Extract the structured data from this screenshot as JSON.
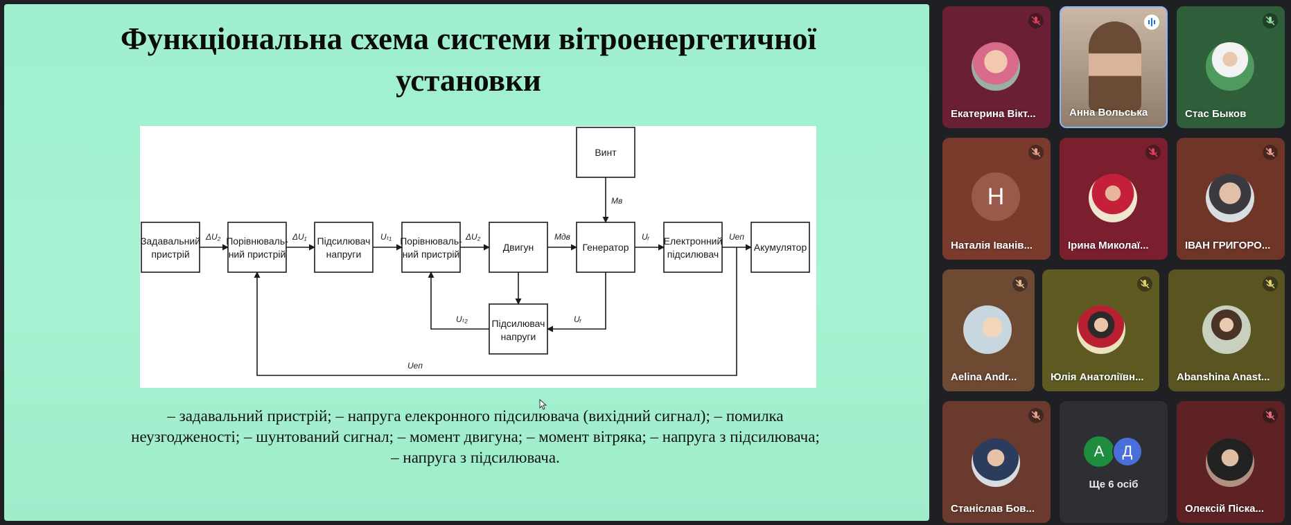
{
  "slide": {
    "title": "Функціональна схема системи вітроенергетичної установки",
    "caption": "– задавальний пристрій;  – напруга елекронного підсилювача (вихідний сигнал);  – помилка неузгодженості;  – шунтований сигнал;  – момент двигуна;  – момент вітряка;  – напруга з підсилювача;  – напруга з підсилювача."
  },
  "diagram": {
    "blocks": {
      "setter": [
        "Задавальний",
        "пристрій"
      ],
      "comparator1": [
        "Порівнюваль-",
        "ний пристрій"
      ],
      "amplifier1": [
        "Підсилювач",
        "напруги"
      ],
      "comparator2": [
        "Порівнюваль-",
        "ний пристрій"
      ],
      "motor": "Двигун",
      "generator": "Генератор",
      "electronic_amp": [
        "Електронний",
        "підсилювач"
      ],
      "accumulator": "Акумулятор",
      "propeller": "Винт",
      "amplifier2": [
        "Підсилювач",
        "напруги"
      ]
    },
    "signals": {
      "du2": "ΔU₂",
      "du1": "ΔU₁",
      "ut1": "Uₜ₁",
      "du2b": "ΔU₂",
      "mdv": "Mдв",
      "ur": "Uᵣ",
      "uep": "Uеп",
      "mv": "Mв",
      "ur2": "Uᵣ",
      "ut2": "Uₜ₂",
      "uep_fb": "Uеп"
    }
  },
  "participants": [
    {
      "name": "Екатерина Вікт...",
      "muted": true
    },
    {
      "name": "Анна Вольська",
      "muted": false,
      "speaking": true
    },
    {
      "name": "Стас Быков",
      "muted": true
    },
    {
      "name": "Наталія Іванів...",
      "muted": true,
      "initial": "Н"
    },
    {
      "name": "Ірина Миколаї...",
      "muted": true
    },
    {
      "name": "ІВАН ГРИГОРО...",
      "muted": true
    },
    {
      "name": "Aelina Andr...",
      "muted": true
    },
    {
      "name": "Юлія Анатоліївн...",
      "muted": true
    },
    {
      "name": "Abanshina Anast...",
      "muted": true
    },
    {
      "name": "Станіслав Бов...",
      "muted": true
    },
    {
      "name": "Ще 6 осіб",
      "avatars": [
        "А",
        "Д"
      ]
    },
    {
      "name": "Олексій Піска...",
      "muted": true
    }
  ],
  "colors": {
    "slide_bg": "#a0f0d0",
    "muted_badge": "#e0425c",
    "speaking_border": "#8ab4f8",
    "avatar_a": "#1e8e3e",
    "avatar_d": "#4a6fd8"
  }
}
